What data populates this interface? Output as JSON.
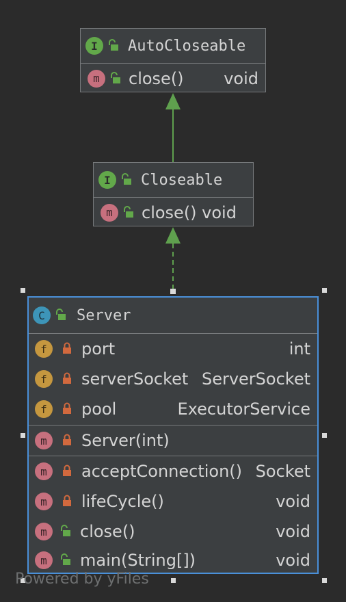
{
  "colors": {
    "background": "#2b2b2b",
    "box_fill": "#3c3f41",
    "box_border": "#777a7c",
    "selection": "#4a90d9",
    "arrow": "#5fa04e",
    "text": "#d4d4d4",
    "interface_badge": "#62a84a",
    "method_badge": "#c7707e",
    "field_badge": "#c5973f",
    "class_badge": "#3d95b8",
    "private_lock": "#d2693e",
    "public_lock": "#62a84a"
  },
  "nodes": {
    "autocloseable": {
      "name": "AutoCloseable",
      "kind_icon": "interface-icon",
      "kind_letter": "I",
      "methods": [
        {
          "sig": "close()",
          "type": "void",
          "kind_letter": "m",
          "visibility": "public"
        }
      ]
    },
    "closeable": {
      "name": "Closeable",
      "kind_icon": "interface-icon",
      "kind_letter": "I",
      "methods": [
        {
          "sig": "close() void",
          "kind_letter": "m",
          "visibility": "public"
        }
      ]
    },
    "server": {
      "name": "Server",
      "kind_icon": "runnable-class-icon",
      "kind_letter": "C",
      "fields": [
        {
          "name": "port",
          "type": "int",
          "kind_letter": "f",
          "visibility": "private"
        },
        {
          "name": "serverSocket",
          "type": "ServerSocket",
          "kind_letter": "f",
          "visibility": "private"
        },
        {
          "name": "pool",
          "type": "ExecutorService",
          "kind_letter": "f",
          "visibility": "private"
        }
      ],
      "constructors": [
        {
          "sig": "Server(int)",
          "kind_letter": "m",
          "visibility": "private"
        }
      ],
      "methods": [
        {
          "sig": "acceptConnection()",
          "type": "Socket",
          "kind_letter": "m",
          "visibility": "private"
        },
        {
          "sig": "lifeCycle()",
          "type": "void",
          "kind_letter": "m",
          "visibility": "private"
        },
        {
          "sig": "close()",
          "type": "void",
          "kind_letter": "m",
          "visibility": "public"
        },
        {
          "sig": "main(String[])",
          "type": "void",
          "kind_letter": "m",
          "visibility": "public"
        }
      ]
    }
  },
  "edges": [
    {
      "from": "Closeable",
      "to": "AutoCloseable",
      "kind": "extends",
      "style": "solid"
    },
    {
      "from": "Server",
      "to": "Closeable",
      "kind": "implements",
      "style": "dashed"
    }
  ],
  "watermark": "Powered by yFiles"
}
